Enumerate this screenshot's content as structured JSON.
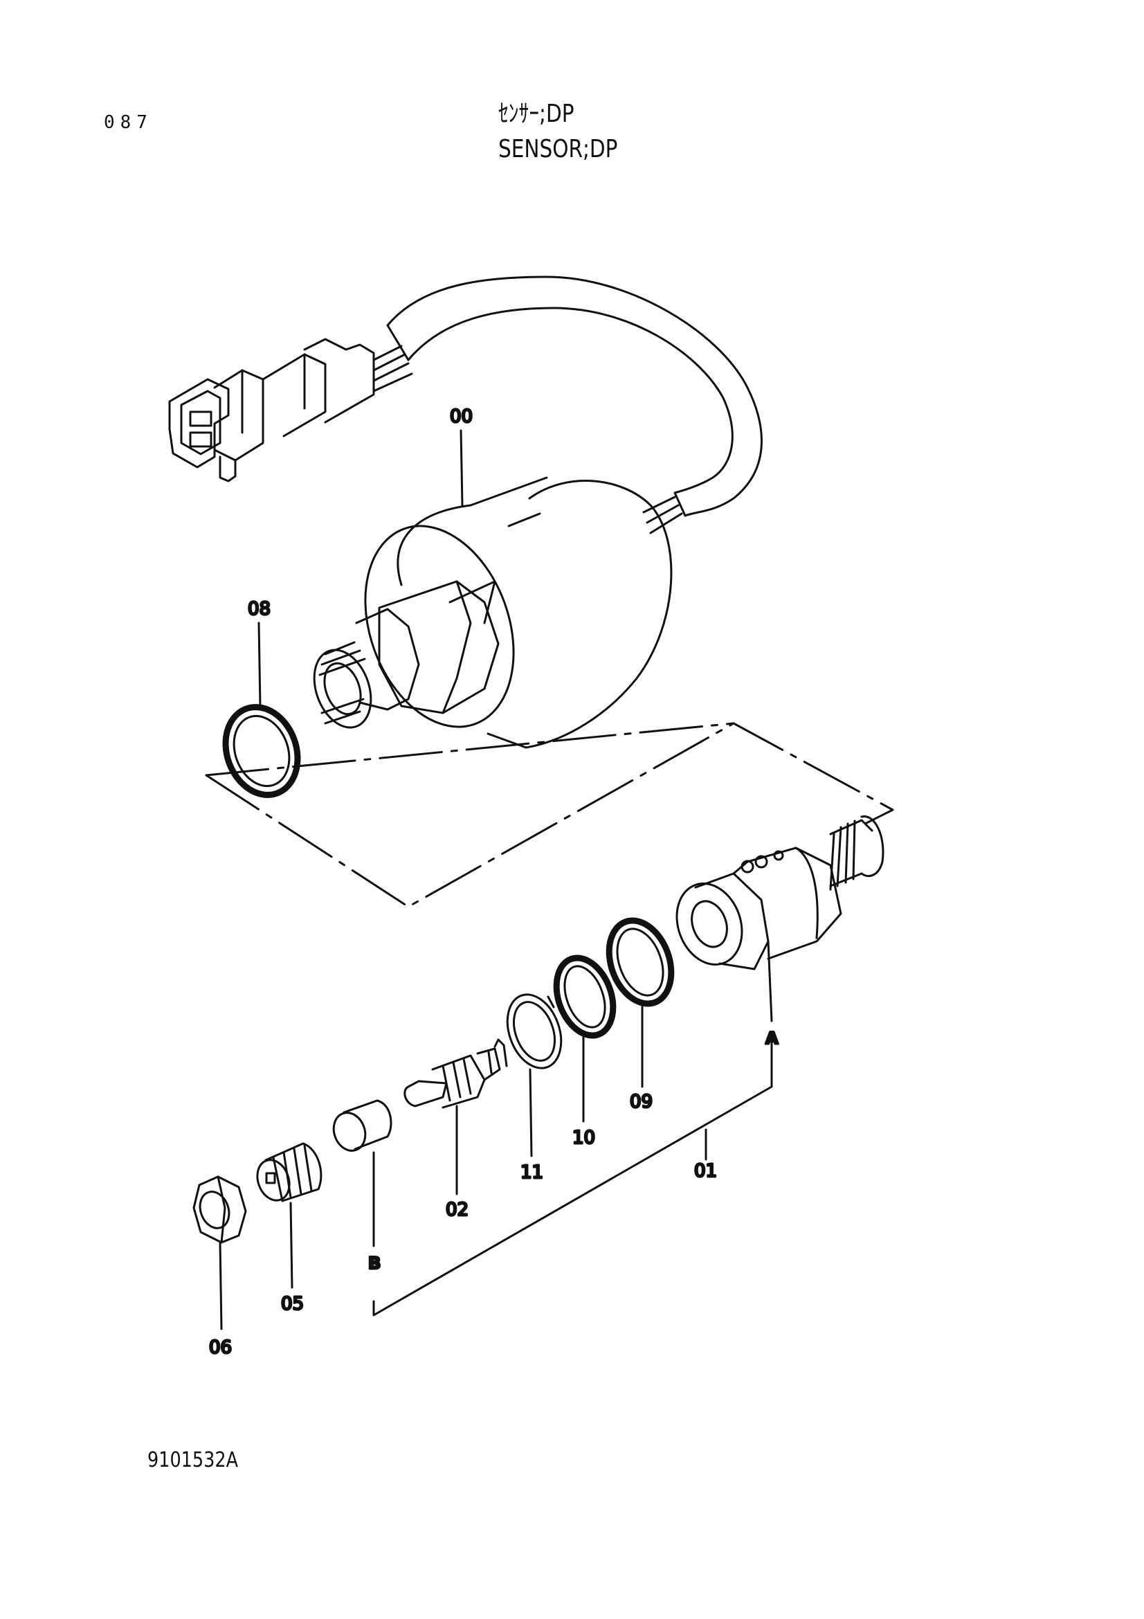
{
  "header": {
    "page_number": "087",
    "title_jp": "ｾﾝｻｰ;DP",
    "title_en": "SENSOR;DP"
  },
  "callouts": {
    "p00": "00",
    "p01": "01",
    "p02": "02",
    "p05": "05",
    "p06": "06",
    "p08": "08",
    "p09": "09",
    "p10": "10",
    "p11": "11",
    "ref_a": "A",
    "ref_b": "B"
  },
  "footer": {
    "drawing_id": "9101532A"
  }
}
